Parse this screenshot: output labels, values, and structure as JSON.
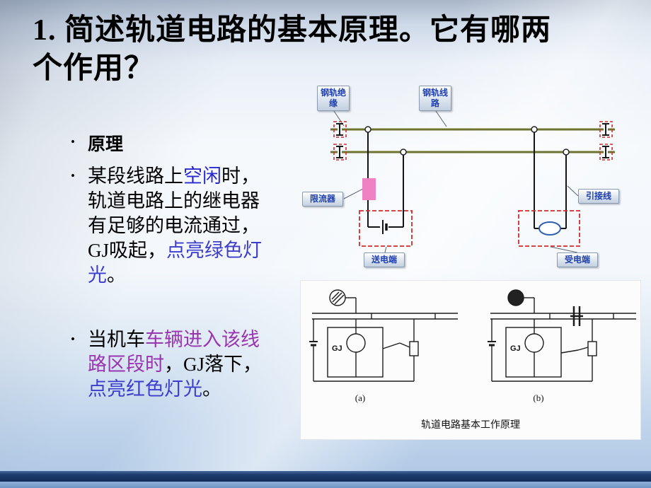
{
  "slide": {
    "title": {
      "line1": "1.  简述轨道电路的基本原理。它有哪两",
      "line2": "个作用？"
    },
    "bullet_marker": "•",
    "bullets": {
      "b1": [
        {
          "text": "原理",
          "color": "#000000",
          "bold": true
        }
      ],
      "b2": [
        {
          "text": "某段线路上",
          "color": "#000000"
        },
        {
          "text": "空闲",
          "color": "#2929cf"
        },
        {
          "text": "时，轨道电路上的继电器有足够的电流通过，GJ吸起，",
          "color": "#000000"
        },
        {
          "text": "点亮绿色灯光",
          "color": "#3d3dcb"
        },
        {
          "text": "。",
          "color": "#000000"
        }
      ],
      "b3": [
        {
          "text": "当机车",
          "color": "#000000"
        },
        {
          "text": "车辆进入该线路区段时",
          "color": "#9a35b0"
        },
        {
          "text": "，GJ落下，",
          "color": "#000000"
        },
        {
          "text": "点亮红色灯光",
          "color": "#3d3dcb"
        },
        {
          "text": "。",
          "color": "#000000"
        }
      ]
    }
  },
  "track_diagram": {
    "labels": {
      "rail_insulation": "钢轨绝缘",
      "rail_line": "钢轨线路",
      "current_limiter": "限流器",
      "lead_wire": "引接线",
      "send_end": "送电端",
      "receive_end": "受电端"
    },
    "colors": {
      "rail": "#6f7330",
      "joint": "#d42a2a",
      "limiter": "#ee82c3",
      "relay": "#2f5fae",
      "label_text": "#1f3fae"
    }
  },
  "circuit_diagram": {
    "gj_label": "GJ",
    "sub_a": "(a)",
    "sub_b": "(b)",
    "caption": "轨道电路基本工作原理"
  }
}
